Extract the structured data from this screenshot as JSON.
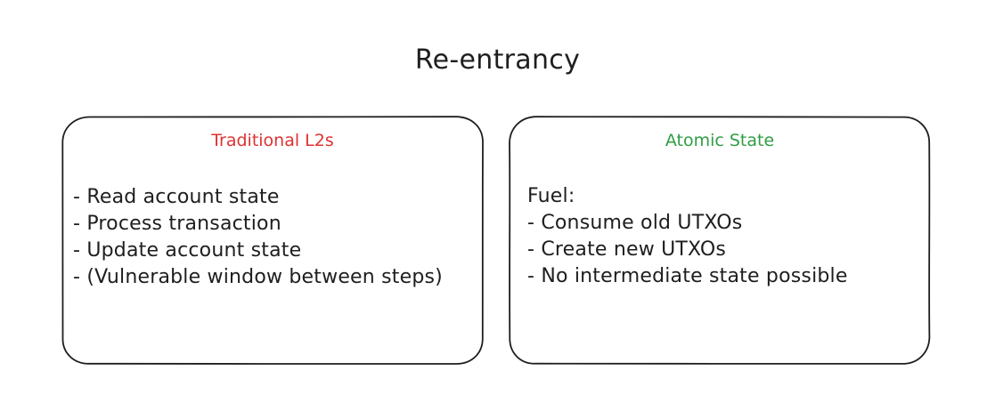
{
  "title": "Re-entrancy",
  "panels": [
    {
      "heading": "Traditional L2s",
      "heading_color": "#e03131",
      "lines": [
        "- Read account state",
        "- Process transaction",
        "- Update account state",
        "- (Vulnerable window between steps)"
      ]
    },
    {
      "heading": "Atomic State",
      "heading_color": "#2f9e44",
      "lines": [
        "Fuel:",
        "- Consume old UTXOs",
        "- Create new UTXOs",
        "- No intermediate state possible"
      ]
    }
  ]
}
